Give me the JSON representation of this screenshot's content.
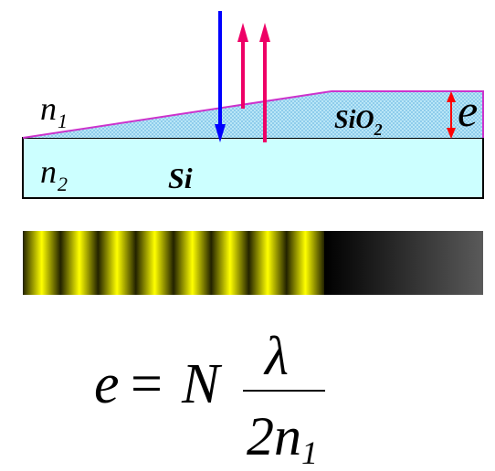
{
  "labels": {
    "n1": {
      "base": "n",
      "sub": "1"
    },
    "n2": {
      "base": "n",
      "sub": "2"
    },
    "si": "Si",
    "sio2": {
      "base": "SiO",
      "sub": "2"
    },
    "e": "e"
  },
  "formula": {
    "lhs": "e",
    "eq": "=",
    "coef": "N",
    "numerator": "λ",
    "denominator": {
      "base": "2n",
      "sub": "1"
    }
  },
  "fringes": {
    "count": 8
  },
  "colors": {
    "substrate_fill": "#ccffff",
    "film_fill": "#a9d9f2",
    "film_edge": "#cc33cc",
    "incident_arrow": "#0000ff",
    "reflected_arrow": "#ee0066",
    "thickness_arrow": "#ff0000",
    "fringe_bright": "#ffff00",
    "fringe_dark": "#222200"
  }
}
